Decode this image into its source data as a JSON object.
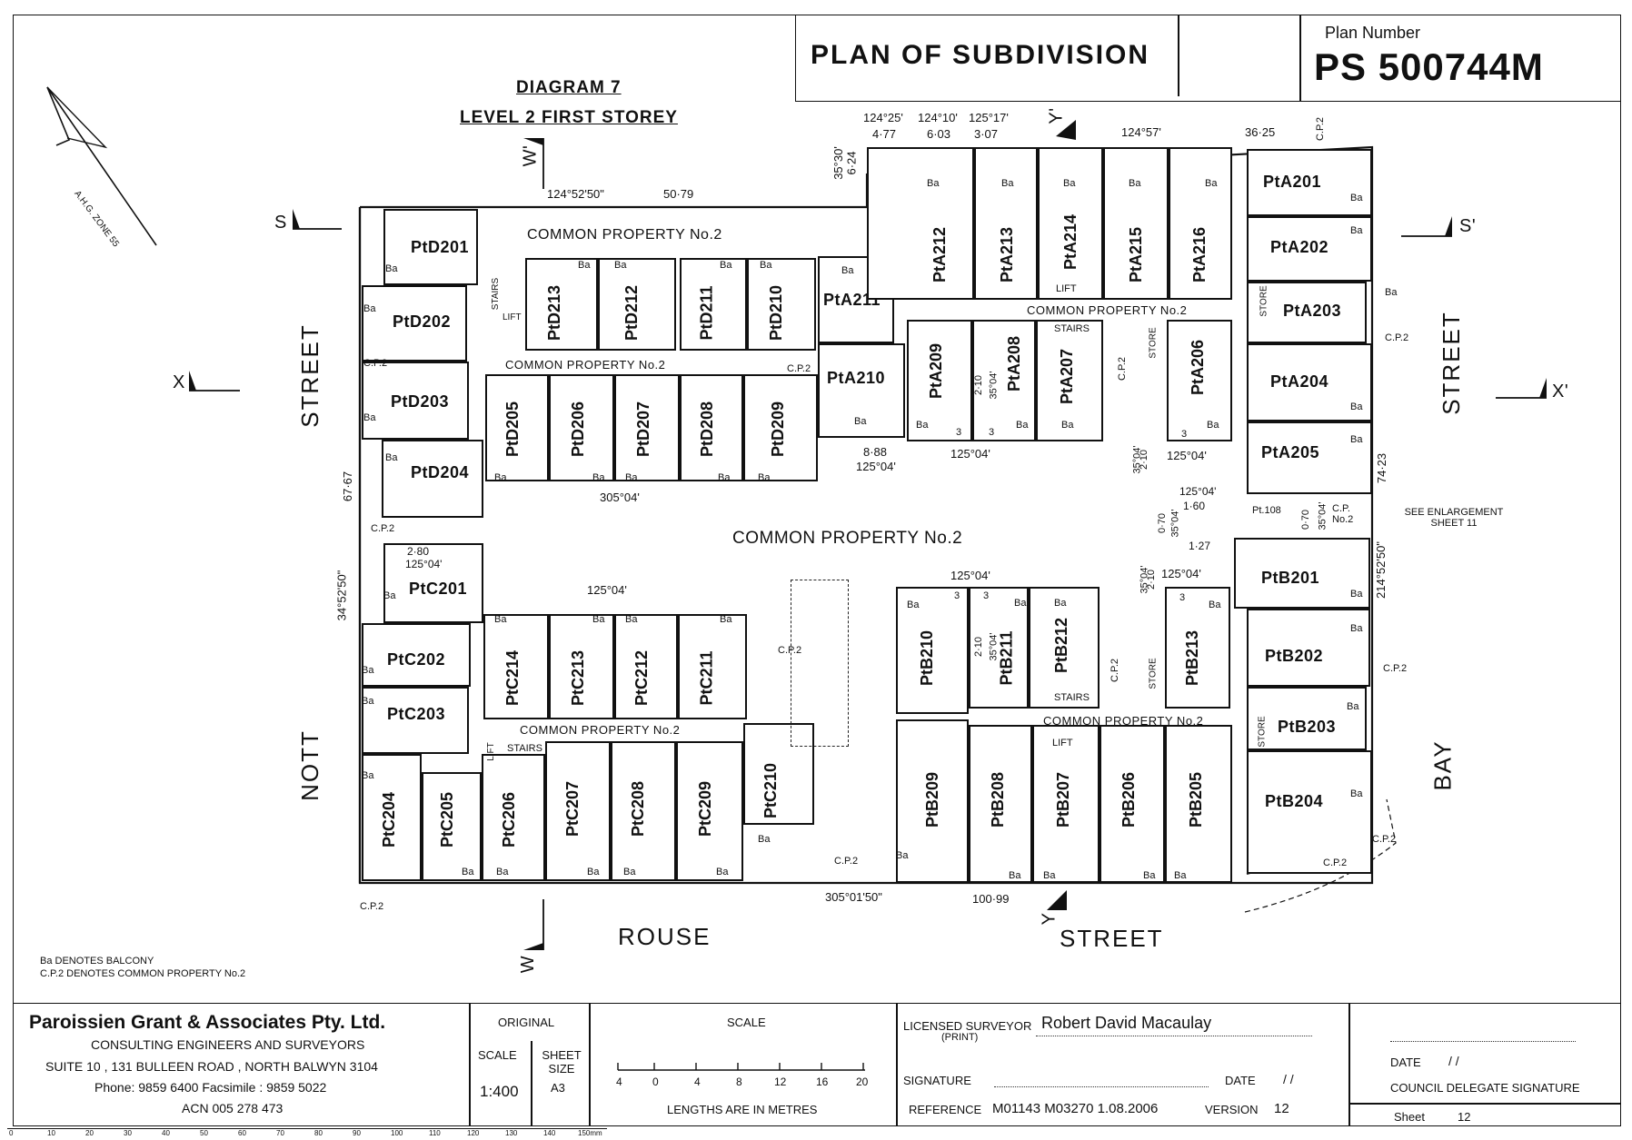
{
  "title_block": {
    "plan_type": "PLAN OF SUBDIVISION",
    "plan_number_label": "Plan Number",
    "plan_number": "PS 500744M"
  },
  "diagram": {
    "title": "DIAGRAM 7",
    "subtitle": "LEVEL 2 FIRST STOREY",
    "ahd_zone": "A.H.G. ZONE 55"
  },
  "streets": {
    "left_top": "STREET",
    "left_bottom": "NOTT",
    "bottom_left": "ROUSE",
    "bottom_right": "STREET",
    "right_top": "STREET",
    "right_bottom": "BAY"
  },
  "sections": {
    "s": "S",
    "s_prime": "S'",
    "x": "X",
    "x_prime": "X'",
    "w": "W",
    "w_prime": "W'",
    "y": "Y",
    "y_prime": "Y'"
  },
  "common_property": {
    "main": "COMMON PROPERTY No.2",
    "top": "COMMON PROPERTY No.2",
    "d_corridor": "COMMON PROPERTY No.2",
    "a_corridor": "COMMON PROPERTY No.2",
    "c_corridor": "COMMON PROPERTY No.2",
    "b_corridor": "COMMON PROPERTY No.2"
  },
  "lots": {
    "d201": "PtD201",
    "d202": "PtD202",
    "d203": "PtD203",
    "d204": "PtD204",
    "d205": "PtD205",
    "d206": "PtD206",
    "d207": "PtD207",
    "d208": "PtD208",
    "d209": "PtD209",
    "d210": "PtD210",
    "d211": "PtD211",
    "d212": "PtD212",
    "d213": "PtD213",
    "a201": "PtA201",
    "a202": "PtA202",
    "a203": "PtA203",
    "a204": "PtA204",
    "a205": "PtA205",
    "a206": "PtA206",
    "a207": "PtA207",
    "a208": "PtA208",
    "a209": "PtA209",
    "a210": "PtA210",
    "a211": "PtA211",
    "a212": "PtA212",
    "a213": "PtA213",
    "a214": "PtA214",
    "a215": "PtA215",
    "a216": "PtA216",
    "c201": "PtC201",
    "c202": "PtC202",
    "c203": "PtC203",
    "c204": "PtC204",
    "c205": "PtC205",
    "c206": "PtC206",
    "c207": "PtC207",
    "c208": "PtC208",
    "c209": "PtC209",
    "c210": "PtC210",
    "c211": "PtC211",
    "c212": "PtC212",
    "c213": "PtC213",
    "c214": "PtC214",
    "b201": "PtB201",
    "b202": "PtB202",
    "b203": "PtB203",
    "b204": "PtB204",
    "b205": "PtB205",
    "b206": "PtB206",
    "b207": "PtB207",
    "b208": "PtB208",
    "b209": "PtB209",
    "b210": "PtB210",
    "b211": "PtB211",
    "b212": "PtB212",
    "b213": "PtB213"
  },
  "features": {
    "stairs": "STAIRS",
    "lift": "LIFT",
    "store": "STORE",
    "ba": "Ba",
    "cp2": "C.P.2",
    "three": "3",
    "pt108": "Pt.108",
    "cp_no2": "C.P. No.2"
  },
  "dimensions": {
    "top_bearing": "124°52'50\"",
    "top_length": "50·79",
    "a_top_1": "124°25'",
    "a_top_1_len": "4·77",
    "a_top_2": "124°10'",
    "a_top_2_len": "6·03",
    "a_top_3": "125°17'",
    "a_top_3_len": "3·07",
    "a_top_4": "124°57'",
    "a_top_5_len": "36·25",
    "a_left": "35°30'",
    "a_left_len": "6·24",
    "d_bottom": "305°04'",
    "a_mid_1": "8·88",
    "a_mid_2": "125°04'",
    "a_mid_3": "125°04'",
    "a_mid_4": "125°04'",
    "a_210_1": "2·10",
    "a_210_2": "35°04'",
    "right_1": "74·23",
    "right_2": "214°52'50\"",
    "left_1": "67·67",
    "left_2": "34°52'50\"",
    "c201_1": "2·80",
    "c201_2": "125°04'",
    "c_top": "125°04'",
    "b_top": "125°04'",
    "b_top_2": "125°04'",
    "b211_1": "2·10",
    "b211_2": "35°04'",
    "b213_1": "35°04'",
    "b213_2": "2·10",
    "a205_1": "125°04'",
    "a205_2": "1·60",
    "a205_3": "0·70",
    "a205_4": "35°04'",
    "a205_5": "1·27",
    "a205_6": "0·70",
    "a205_7": "35°04'",
    "a206_1": "35°04'",
    "a206_2": "2·10",
    "bottom_1": "305°01'50\"",
    "bottom_2": "100·99"
  },
  "notes": {
    "enlargement": "SEE ENLARGEMENT SHEET 11",
    "ba_legend": "Ba  DENOTES BALCONY",
    "cp_legend": "C.P.2  DENOTES COMMON PROPERTY No.2"
  },
  "footer": {
    "company": "Paroissien Grant & Associates Pty. Ltd.",
    "company_line2": "CONSULTING ENGINEERS AND SURVEYORS",
    "company_line3": "SUITE 10 , 131 BULLEEN ROAD , NORTH BALWYN 3104",
    "company_line4": "Phone: 9859 6400 Facsimile : 9859 5022",
    "company_line5": "ACN 005 278 473",
    "original": "ORIGINAL",
    "scale_label": "SCALE",
    "scale_value": "1:400",
    "sheet_size_label": "SHEET SIZE",
    "sheet_size_value": "A3",
    "scale_bar_title": "SCALE",
    "scale_ticks": [
      "4",
      "0",
      "4",
      "8",
      "12",
      "16",
      "20"
    ],
    "scale_units": "LENGTHS ARE IN METRES",
    "surveyor_label": "LICENSED SURVEYOR",
    "surveyor_print": "(PRINT)",
    "surveyor_name": "Robert David Macaulay",
    "signature_label": "SIGNATURE",
    "date_label": "DATE",
    "date_value": "/    /",
    "reference_label": "REFERENCE",
    "reference_value": "M01143 M03270 1.08.2006",
    "version_label": "VERSION",
    "version_value": "12",
    "council_date_label": "DATE",
    "council_date_value": "/    /",
    "council_label": "COUNCIL DELEGATE SIGNATURE",
    "sheet_label": "Sheet",
    "sheet_value": "12"
  },
  "ruler": {
    "ticks": [
      "0",
      "10",
      "20",
      "30",
      "40",
      "50",
      "60",
      "70",
      "80",
      "90",
      "100",
      "110",
      "120",
      "130",
      "140",
      "150mm"
    ]
  }
}
